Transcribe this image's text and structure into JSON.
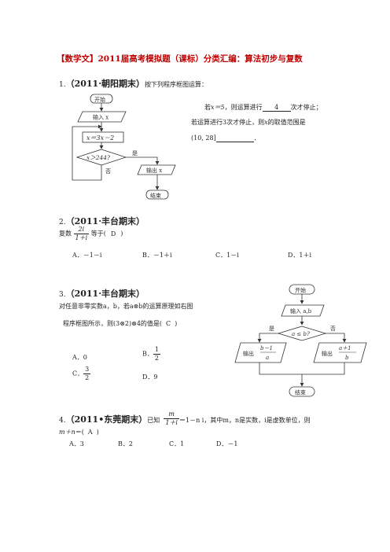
{
  "title": "【数学文】2011届高考模拟题（课标）分类汇编：算法初步与复数",
  "q1": {
    "num": "1.",
    "source": "（2011·朝阳期末）",
    "prompt": "按下列程序框图运算：",
    "text_line1_a": "若",
    "text_line1_cond": "x＝5",
    "text_line1_b": "，则运算进行",
    "answer1": "4",
    "text_line1_c": "次才停止；",
    "text_line2": "若运算进行3次才停止，则",
    "text_line2_var": "x",
    "text_line2_b": "的取值范围是",
    "answer2": "(10, 28]",
    "text_line3_end": "．",
    "flow": {
      "start": "开始",
      "input": "输入 x",
      "assign": "x＝3x－2",
      "cond": "x＞244?",
      "yes": "是",
      "no": "否",
      "output": "输出 x",
      "end": "结束"
    }
  },
  "q2": {
    "num": "2.",
    "source": "（2011·丰台期末）",
    "prompt_a": "复数",
    "frac_num": "2i",
    "frac_den": "1＋i",
    "prompt_b": "等于(",
    "answer": "D",
    "prompt_c": ")",
    "options": [
      "A．－1－i",
      "B．－1＋i",
      "C．1－i",
      "D．1＋i"
    ]
  },
  "q3": {
    "num": "3.",
    "source": "（2011·丰台期末）",
    "line1": "对任意非零实数a，b，若a⊗b的运算原理如右图",
    "line2_a": "程序框图所示，则(3⊗2)⊗4的值是(",
    "answer": "C",
    "line2_b": ")",
    "options": {
      "A": "A．0",
      "B_label": "B．",
      "B_num": "1",
      "B_den": "2",
      "C_label": "C．",
      "C_num": "3",
      "C_den": "2",
      "D": "D．9"
    },
    "flow": {
      "start": "开始",
      "input": "输入 a,b",
      "cond": "a ≤ b?",
      "yes": "是",
      "no": "否",
      "out_left_label": "输出",
      "out_left_num": "b－1",
      "out_left_den": "a",
      "out_right_label": "输出",
      "out_right_num": "a＋1",
      "out_right_den": "b",
      "end": "结束"
    }
  },
  "q4": {
    "num": "4.",
    "source": "（2011•东莞期末）",
    "prompt_a": "已知",
    "frac_num": "m",
    "frac_den": "1＋i",
    "prompt_b": "＝1－n i，其中m，n是实数，i是虚数单位，则",
    "line2_a": "m＋n",
    "line2_b": "＝(",
    "answer": "A",
    "line2_c": ")",
    "options": [
      "A．3",
      "B．2",
      "C．1",
      "D．－1"
    ]
  }
}
